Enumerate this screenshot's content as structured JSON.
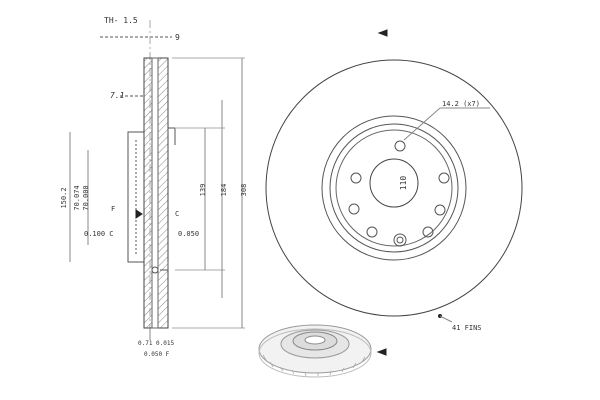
{
  "colors": {
    "line": "#555555",
    "line_dark": "#222222",
    "hatch": "#888888",
    "text": "#333333",
    "background": "#ffffff"
  },
  "side_view": {
    "thickness_note": "TH- 1.5",
    "top_dim": "9",
    "offset_note": "7.1",
    "dia_labels": [
      "150.2",
      "70.074",
      "70.000"
    ],
    "datum_f": "F",
    "datum_c": "C",
    "runout_left": "0.100 C",
    "runout_right": "0.050",
    "dia_139": "139",
    "dia_184": "184",
    "dia_308": "308",
    "tol_line_1": "0.71 0.015",
    "tol_line_2": "0.050 F"
  },
  "front_view": {
    "bolt_note": "14.2 (x7)",
    "hub_dia": "110",
    "fins_note": "41 FINS"
  }
}
